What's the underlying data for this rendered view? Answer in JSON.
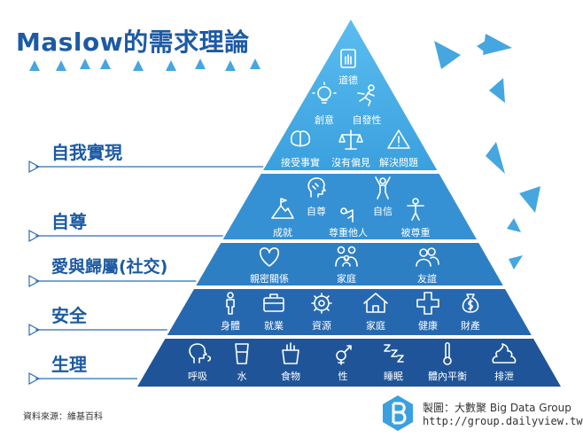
{
  "title": "Maslow的需求理論",
  "colors": {
    "title": "#1c5aa4",
    "tier_top": "#3aa4e0",
    "tier_bottom": "#1f4f8e",
    "decor_triangle": "#46a6e0"
  },
  "tiers": [
    {
      "label": "自我實現",
      "items": [
        {
          "label": "道德",
          "icon": "hand-icon"
        },
        {
          "label": "創意",
          "icon": "lightbulb-icon"
        },
        {
          "label": "自發性",
          "icon": "running-person-icon"
        },
        {
          "label": "接受事實",
          "icon": "brain-icon"
        },
        {
          "label": "沒有偏見",
          "icon": "scales-icon"
        },
        {
          "label": "解決問題",
          "icon": "warning-icon"
        }
      ]
    },
    {
      "label": "自尊",
      "items": [
        {
          "label": "自尊",
          "icon": "head-profile-icon"
        },
        {
          "label": "自信",
          "icon": "cheering-person-icon"
        },
        {
          "label": "成就",
          "icon": "mountain-flag-icon"
        },
        {
          "label": "尊重他人",
          "icon": "bowing-person-icon"
        },
        {
          "label": "被尊重",
          "icon": "standing-person-icon"
        }
      ]
    },
    {
      "label": "愛與歸屬(社交)",
      "items": [
        {
          "label": "親密關係",
          "icon": "heart-icon"
        },
        {
          "label": "家庭",
          "icon": "family-icon"
        },
        {
          "label": "友誼",
          "icon": "friends-icon"
        }
      ]
    },
    {
      "label": "安全",
      "items": [
        {
          "label": "身體",
          "icon": "person-icon"
        },
        {
          "label": "就業",
          "icon": "briefcase-icon"
        },
        {
          "label": "資源",
          "icon": "gear-icon"
        },
        {
          "label": "家庭",
          "icon": "house-icon"
        },
        {
          "label": "健康",
          "icon": "medical-cross-icon"
        },
        {
          "label": "財產",
          "icon": "money-bag-icon"
        }
      ]
    },
    {
      "label": "生理",
      "items": [
        {
          "label": "呼吸",
          "icon": "breathing-head-icon"
        },
        {
          "label": "水",
          "icon": "water-glass-icon"
        },
        {
          "label": "食物",
          "icon": "grocery-bag-icon"
        },
        {
          "label": "性",
          "icon": "gender-symbol-icon"
        },
        {
          "label": "睡眠",
          "icon": "sleep-zzz-icon"
        },
        {
          "label": "體內平衡",
          "icon": "thermometer-icon"
        },
        {
          "label": "排泄",
          "icon": "poop-icon"
        }
      ]
    }
  ],
  "source": "資料來源：維基百科",
  "credit": {
    "line1": "製圖：大數聚 Big Data Group",
    "line2": "http://group.dailyview.tw",
    "logo": "big-data-group-logo"
  }
}
